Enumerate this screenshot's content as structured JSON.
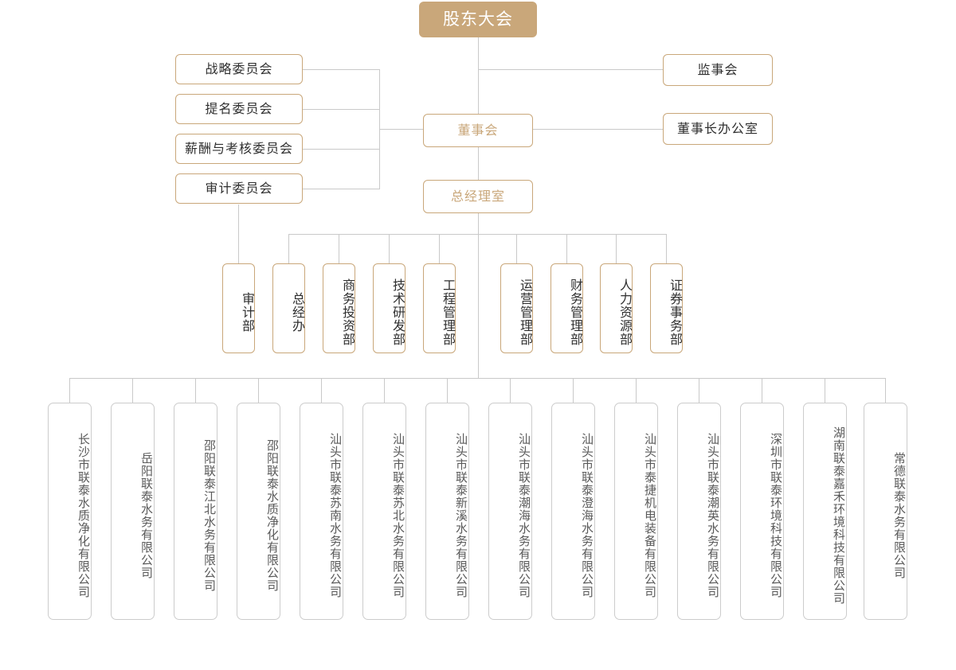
{
  "colors": {
    "accent": "#c9a77a",
    "line": "#c9c9c9",
    "sub_border": "#cccccc",
    "text_dark": "#2f2f2f",
    "text_sub": "#5a5a5a",
    "filled_text": "#ffffff"
  },
  "top": {
    "shareholders_meeting": "股东大会"
  },
  "committees": [
    {
      "label": "战略委员会"
    },
    {
      "label": "提名委员会"
    },
    {
      "label": "薪酬与考核委员会"
    },
    {
      "label": "审计委员会"
    }
  ],
  "center": {
    "board_of_directors": "董事会",
    "general_manager_office": "总经理室"
  },
  "right": [
    {
      "label": "监事会"
    },
    {
      "label": "董事长办公室"
    }
  ],
  "audit_department": {
    "label": "审计部"
  },
  "departments": [
    {
      "label": "总经办"
    },
    {
      "label": "商务投资部"
    },
    {
      "label": "技术研发部"
    },
    {
      "label": "工程管理部"
    },
    {
      "label": "运营管理部"
    },
    {
      "label": "财务管理部"
    },
    {
      "label": "人力资源部"
    },
    {
      "label": "证券事务部"
    }
  ],
  "subsidiaries": [
    {
      "label": "长沙市联泰水质净化有限公司"
    },
    {
      "label": "岳阳联泰水务有限公司"
    },
    {
      "label": "邵阳联泰江北水务有限公司"
    },
    {
      "label": "邵阳联泰水质净化有限公司"
    },
    {
      "label": "汕头市联泰苏南水务有限公司"
    },
    {
      "label": "汕头市联泰苏北水务有限公司"
    },
    {
      "label": "汕头市联泰新溪水务有限公司"
    },
    {
      "label": "汕头市联泰潮海水务有限公司"
    },
    {
      "label": "汕头市联泰澄海水务有限公司"
    },
    {
      "label": "汕头市泰捷机电装备有限公司"
    },
    {
      "label": "汕头市联泰潮英水务有限公司"
    },
    {
      "label": "深圳市联泰环境科技有限公司"
    },
    {
      "label": "湖南联泰嘉禾环境科技有限公司"
    },
    {
      "label": "常德联泰水务有限公司"
    }
  ]
}
